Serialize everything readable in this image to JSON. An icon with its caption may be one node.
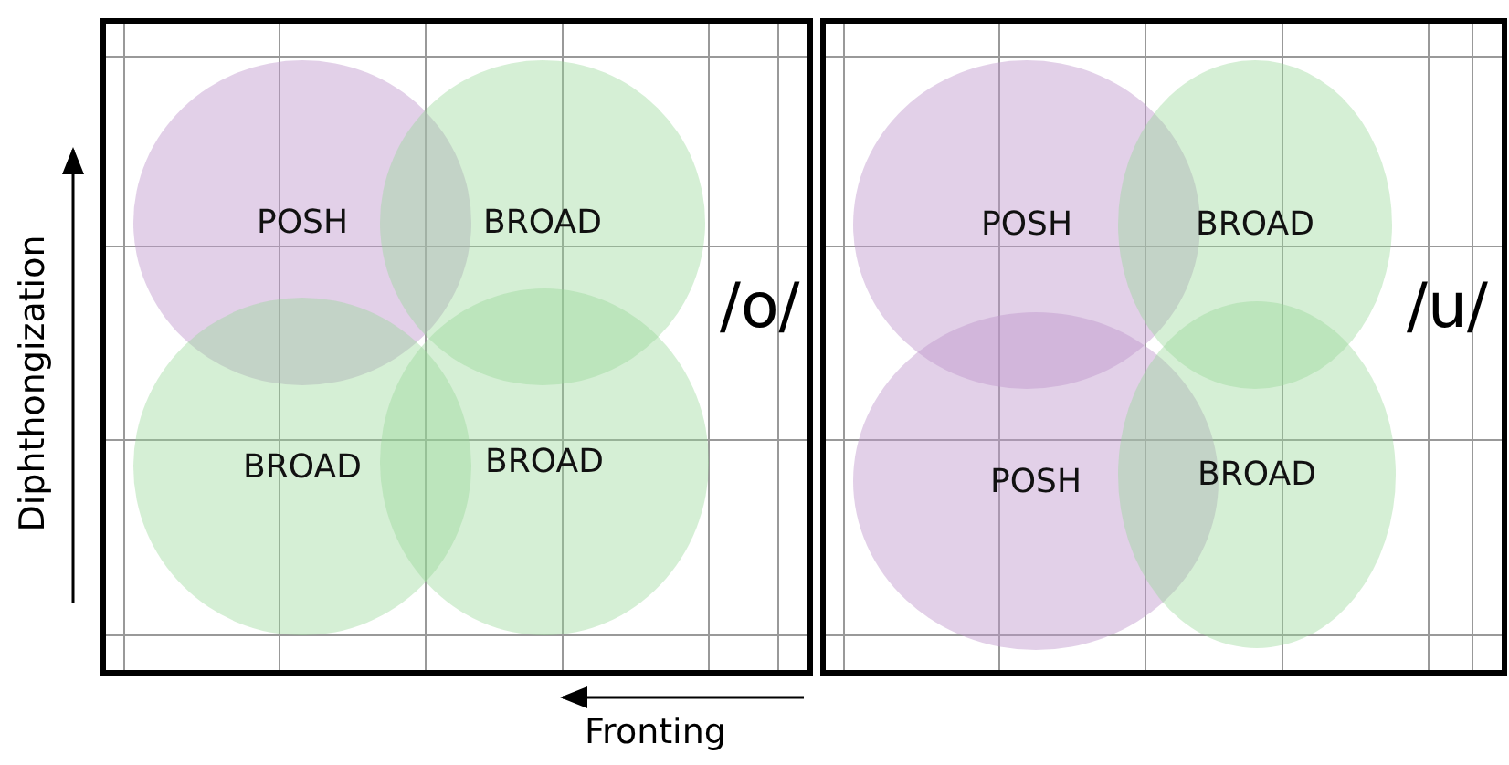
{
  "diagram": {
    "nodes": [
      {
        "text": [
          "/o/"
        ]
      },
      {
        "text": [
          "POSH"
        ],
        "in": 0
      },
      {
        "text": [
          "BROAD"
        ],
        "in": 0
      },
      {
        "text": [
          "BROAD"
        ],
        "in": 0
      },
      {
        "text": [
          "BROAD"
        ],
        "in": 0
      },
      {
        "text": [
          "/u/"
        ]
      },
      {
        "text": [
          "POSH"
        ],
        "in": 5
      },
      {
        "text": [
          "BROAD"
        ],
        "in": 5
      },
      {
        "text": [
          "POSH"
        ],
        "in": 5
      },
      {
        "text": [
          "BROAD"
        ],
        "in": 5
      }
    ],
    "labels": [
      "Diphthongization",
      "Fronting"
    ]
  }
}
